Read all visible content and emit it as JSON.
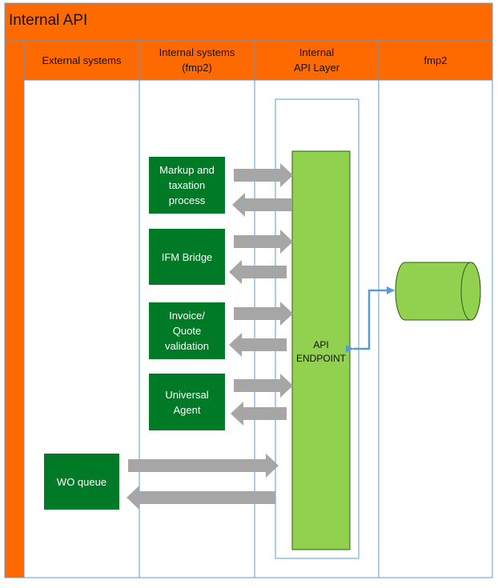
{
  "title": "Internal API",
  "lanes": [
    {
      "label": "External systems"
    },
    {
      "label": "Internal systems\n(fmp2)"
    },
    {
      "label": "Internal\nAPI Layer"
    },
    {
      "label": "fmp2"
    }
  ],
  "processes": [
    {
      "label": "Markup and\ntaxation\nprocess"
    },
    {
      "label": "IFM Bridge"
    },
    {
      "label": "Invoice/\nQuote\nvalidation"
    },
    {
      "label": "Universal\nAgent"
    }
  ],
  "wo_queue": {
    "label": "WO queue"
  },
  "api_endpoint": {
    "label": "API\nENDPOINT"
  },
  "colors": {
    "header_orange": "#FF6A00",
    "frame_blue": "#5B9BD5",
    "box_green": "#007A26",
    "endpoint_green": "#92D050",
    "arrow_gray": "#A6A6A6"
  }
}
